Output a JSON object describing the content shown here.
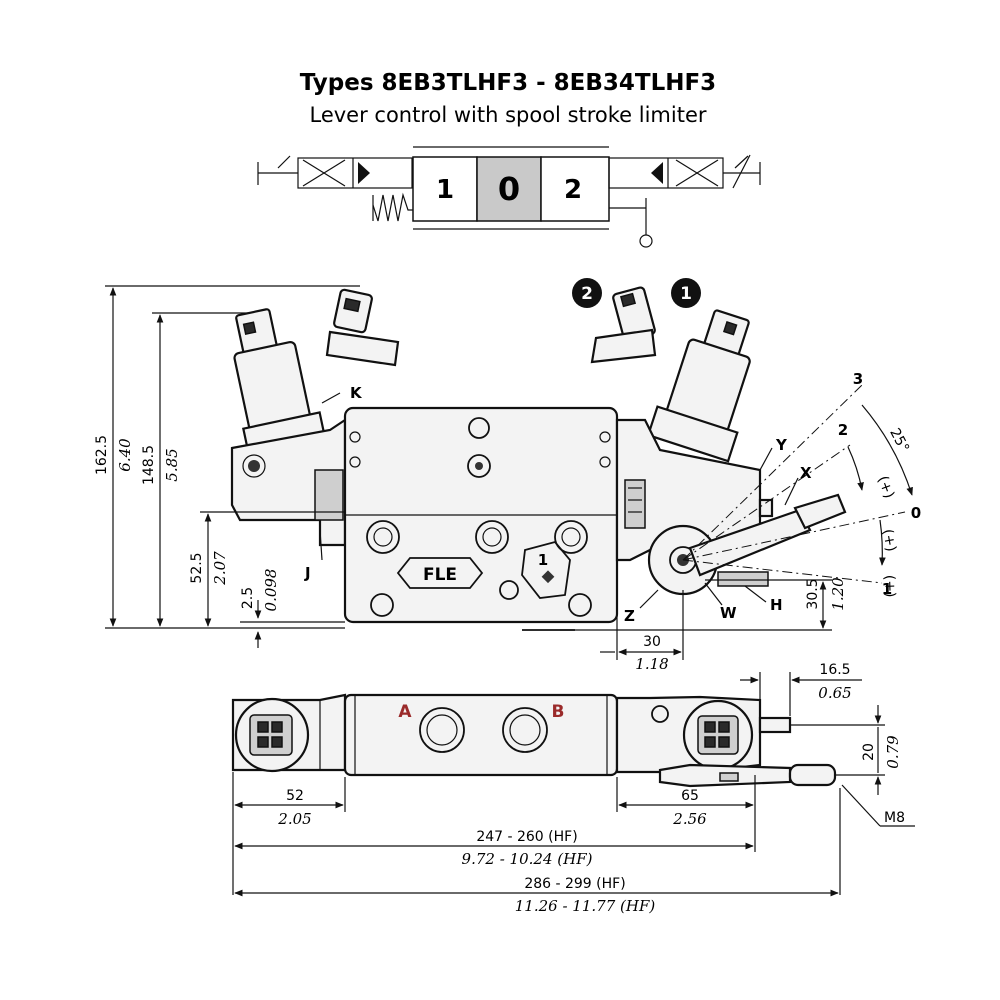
{
  "header": {
    "title": "Types 8EB3TLHF3 - 8EB34TLHF3",
    "subtitle": "Lever control with spool stroke limiter"
  },
  "symbol": {
    "positions": [
      "1",
      "0",
      "2"
    ]
  },
  "front_view": {
    "badges": [
      "2",
      "1"
    ],
    "body_mark": "FLE",
    "port_mark": "1",
    "labels": {
      "K": "K",
      "Y": "Y",
      "X": "X",
      "J": "J",
      "Z": "Z",
      "W": "W",
      "H": "H"
    },
    "angles": {
      "pos3": "3",
      "pos2": "2",
      "pos0": "0",
      "pos1": "1",
      "deg": "25°",
      "plus": "(+)",
      "plus2": "(+)",
      "plus3": "(+)"
    },
    "dims": {
      "d162_5": "162.5",
      "d6_40": "6.40",
      "d148_5": "148.5",
      "d5_85": "5.85",
      "d52_5": "52.5",
      "d2_07": "2.07",
      "d2_5": "2.5",
      "d0_098": "0.098",
      "d30_5": "30.5",
      "d1_20": "1.20",
      "d30": "30",
      "d1_18": "1.18"
    }
  },
  "top_view": {
    "ports": [
      "A",
      "B"
    ],
    "dims": {
      "d16_5": "16.5",
      "d0_65": "0.65",
      "d20": "20",
      "d0_79": "0.79",
      "d52": "52",
      "d2_05": "2.05",
      "d65": "65",
      "d2_56": "2.56",
      "m8": "M8",
      "d247": "247 - 260 (HF)",
      "d9_72": "9.72 - 10.24 (HF)",
      "d286": "286 - 299 (HF)",
      "d11_26": "11.26 - 11.77 (HF)"
    }
  }
}
